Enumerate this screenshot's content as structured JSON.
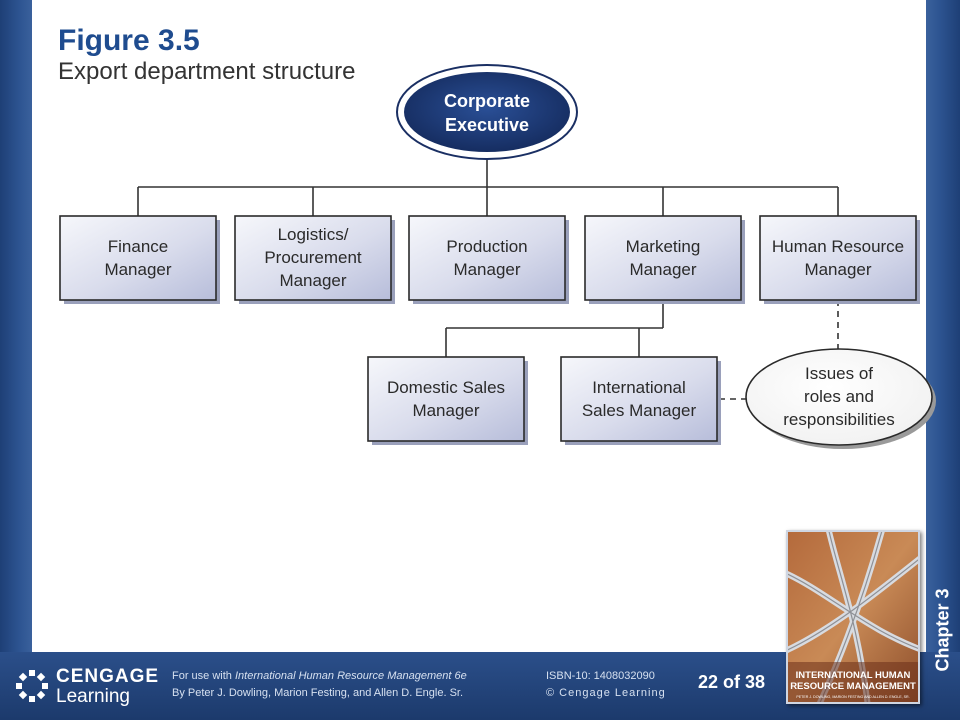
{
  "slide": {
    "title": "Figure 3.5",
    "subtitle": "Export department structure"
  },
  "chart": {
    "executive": {
      "lines": [
        "Corporate",
        "Executive"
      ]
    },
    "managers": [
      {
        "id": "finance",
        "lines": [
          "Finance",
          "Manager"
        ]
      },
      {
        "id": "logistics",
        "lines": [
          "Logistics/",
          "Procurement",
          "Manager"
        ]
      },
      {
        "id": "production",
        "lines": [
          "Production",
          "Manager"
        ]
      },
      {
        "id": "marketing",
        "lines": [
          "Marketing",
          "Manager"
        ]
      },
      {
        "id": "hr",
        "lines": [
          "Human Resource",
          "Manager"
        ]
      }
    ],
    "sales": [
      {
        "id": "domestic",
        "lines": [
          "Domestic Sales",
          "Manager"
        ]
      },
      {
        "id": "international",
        "lines": [
          "International",
          "Sales Manager"
        ]
      }
    ],
    "issues": {
      "lines": [
        "Issues of",
        "roles and",
        "responsibilities"
      ]
    }
  },
  "footer": {
    "logo_top": "CENGAGE",
    "logo_bottom": "Learning",
    "credit_prefix": "For use with ",
    "credit_book": "International Human Resource Management 6e",
    "credit_authors": "By Peter J. Dowling, Marion Festing, and Allen D. Engle. Sr.",
    "isbn": "ISBN-10: 1408032090",
    "copyright": "© Cengage Learning",
    "page": "22 of 38"
  },
  "cover": {
    "title_line1": "INTERNATIONAL HUMAN",
    "title_line2": "RESOURCE MANAGEMENT",
    "authors": "PETER J. DOWLING, MARION FESTING AND ALLEN D. ENGLE, SR."
  },
  "chapter_label": "Chapter 3",
  "colors": {
    "title": "#1f4c8f",
    "band": "#2d5491",
    "exec_fill": "#1d3a78",
    "box_fill_top": "#f4f5fa",
    "box_fill_bottom": "#bcc2dd"
  }
}
